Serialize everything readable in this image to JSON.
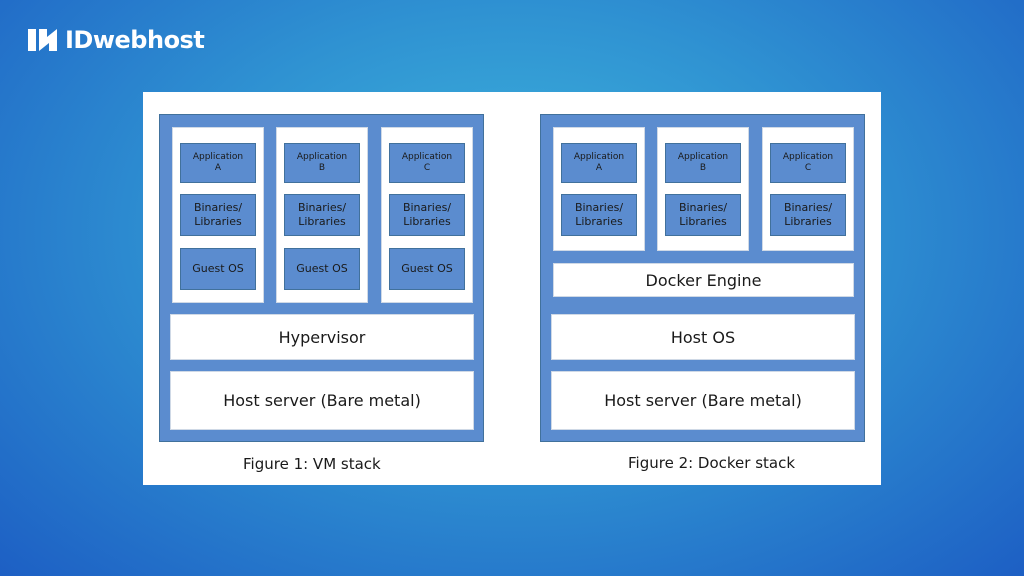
{
  "brand": {
    "name": "IDwebhost",
    "icon": "idwebhost-logo-icon"
  },
  "vm_stack": {
    "columns": [
      {
        "app": "Application\nA",
        "bins": "Binaries/\nLibraries",
        "os": "Guest OS"
      },
      {
        "app": "Application\nB",
        "bins": "Binaries/\nLibraries",
        "os": "Guest OS"
      },
      {
        "app": "Application\nC",
        "bins": "Binaries/\nLibraries",
        "os": "Guest OS"
      }
    ],
    "hypervisor": "Hypervisor",
    "host_server": "Host server (Bare metal)",
    "caption": "Figure 1: VM stack"
  },
  "docker_stack": {
    "columns": [
      {
        "app": "Application\nA",
        "bins": "Binaries/\nLibraries"
      },
      {
        "app": "Application\nB",
        "bins": "Binaries/\nLibraries"
      },
      {
        "app": "Application\nC",
        "bins": "Binaries/\nLibraries"
      }
    ],
    "engine": "Docker Engine",
    "host_os": "Host OS",
    "host_server": "Host server (Bare metal)",
    "caption": "Figure 2: Docker stack"
  },
  "colors": {
    "block": "#5b8ccf",
    "background": "#2f92d2"
  }
}
